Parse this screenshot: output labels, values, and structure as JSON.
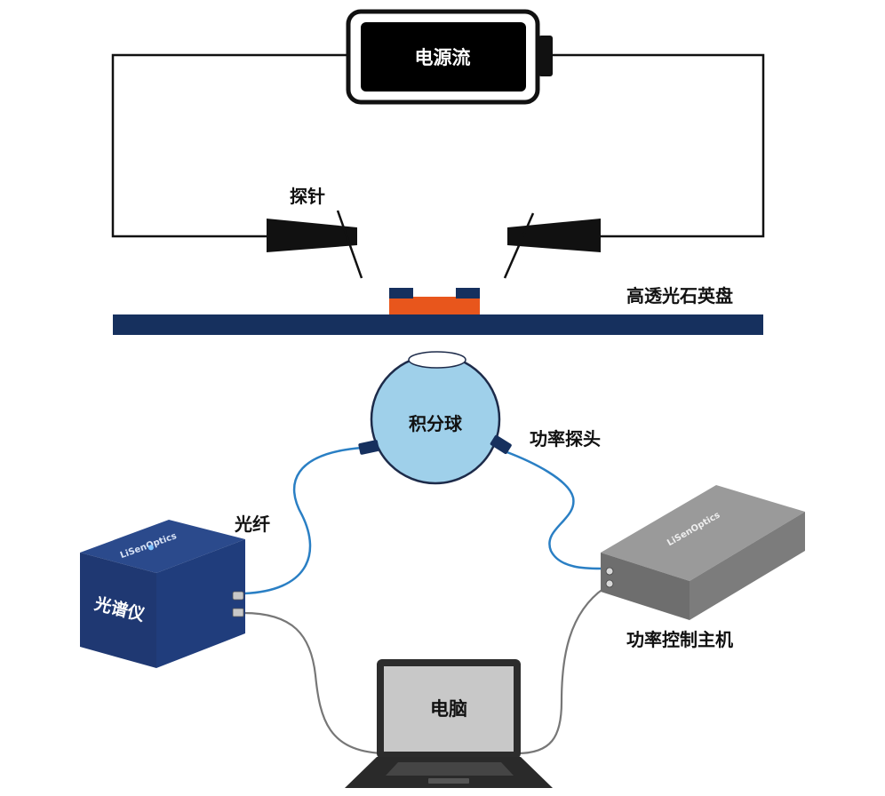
{
  "labels": {
    "power_supply": "电源流",
    "probe": "探针",
    "quartz_disc": "高透光石英盘",
    "integrating_sphere": "积分球",
    "power_probe": "功率探头",
    "fiber": "光纤",
    "spectrometer": "光谱仪",
    "power_controller": "功率控制主机",
    "computer": "电脑"
  },
  "brand": {
    "logo_text": "LiSenOptics"
  },
  "colors": {
    "wire": "#111111",
    "disc": "#16305e",
    "chip": "#e8561c",
    "sphere": "#9fd0ea",
    "spectrometer": "#1f3872",
    "controller": "#8a8a8a",
    "fiber": "#2a7fc4",
    "cable": "#777777"
  }
}
